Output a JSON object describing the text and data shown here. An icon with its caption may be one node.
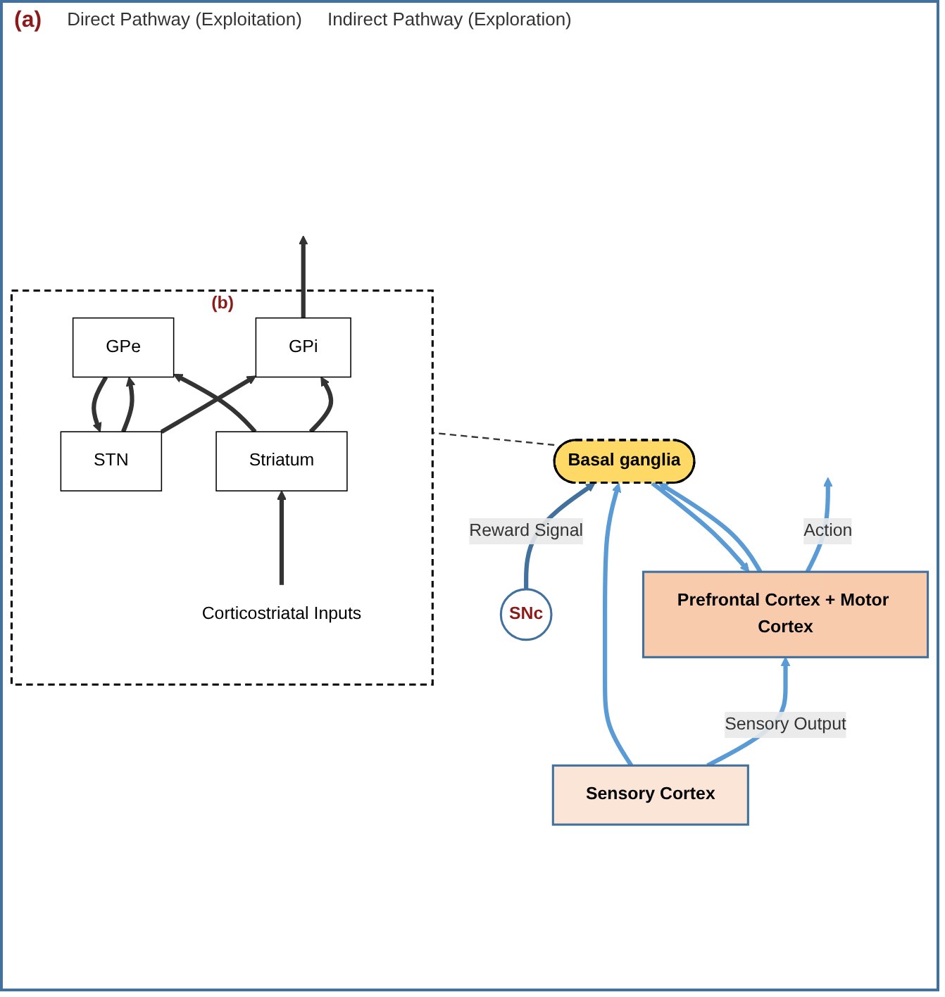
{
  "diagram": {
    "nodes": [
      {
        "text": [
          "Prefrontal Cortex + Motor Cortex"
        ]
      },
      {
        "text": [
          "Sensory Cortex"
        ]
      },
      {
        "text": [
          "Basal ganglia"
        ]
      },
      {
        "text": [
          "SNc"
        ]
      },
      {
        "text": [
          "(b)"
        ]
      },
      {
        "text": [
          "GPi"
        ],
        "in": 4
      },
      {
        "text": [
          "STN"
        ],
        "in": 4
      },
      {
        "text": [
          "GPe"
        ],
        "in": 4
      },
      {
        "text": [
          "Striatum"
        ],
        "in": 4
      },
      {
        "text": [
          "Corticostriatal Inputs"
        ],
        "in": 4
      }
    ],
    "edges": [
      {
        "from": 0,
        "to": null,
        "arrow": "to",
        "label": "Action",
        "color": "#5b9bd5"
      },
      {
        "from": 1,
        "to": 0,
        "arrow": "to",
        "label": "Sensory Output",
        "color": "#5b9bd5"
      },
      {
        "from": 2,
        "to": 0,
        "arrow": "to",
        "color": "#5b9bd5"
      },
      {
        "from": 0,
        "to": 2,
        "arrow": "to",
        "color": "#5b9bd5"
      },
      {
        "from": 1,
        "to": 2,
        "arrow": "to",
        "color": "#5b9bd5"
      },
      {
        "from": 3,
        "to": 2,
        "arrow": "to",
        "label": "Reward Signal",
        "color": "#41719c"
      },
      {
        "from": 2,
        "to": 4,
        "arrow": "none",
        "style": "dashed"
      },
      {
        "from": 5,
        "to": null,
        "arrow": "to"
      },
      {
        "from": 6,
        "to": 5,
        "arrow": "to"
      },
      {
        "from": 6,
        "to": 7,
        "arrow": "to"
      },
      {
        "from": 7,
        "to": 6,
        "arrow": "to"
      },
      {
        "from": 8,
        "to": 5,
        "arrow": "to"
      },
      {
        "from": 8,
        "to": 7,
        "arrow": "to"
      },
      {
        "from": 9,
        "to": 8,
        "arrow": "to"
      }
    ],
    "labels": [
      "(a)",
      "Direct Pathway (Exploitation)",
      "Indirect Pathway (Exploration)"
    ]
  }
}
